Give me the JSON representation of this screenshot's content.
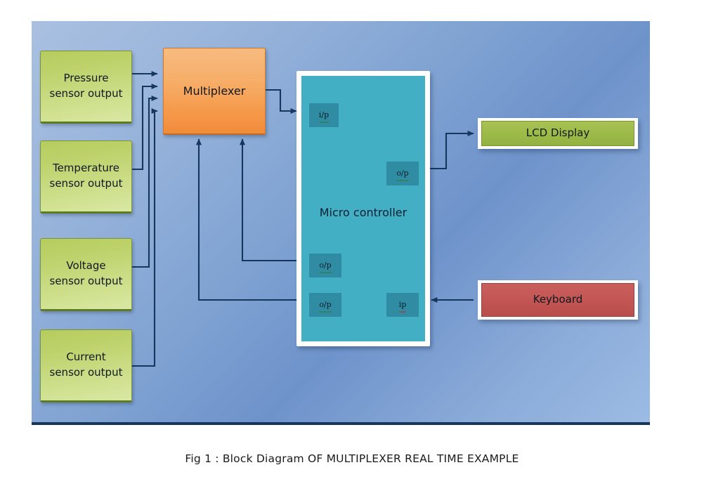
{
  "figure": {
    "caption": "Fig 1 : Block Diagram OF MULTIPLEXER REAL TIME EXAMPLE"
  },
  "colors": {
    "canvas_blue_light": "#a9c0e0",
    "canvas_blue_dark": "#6e93cb",
    "canvas_border": "#17365d",
    "sensor_green": "#bed26c",
    "multiplexer_orange": "#f59748",
    "microcontroller_teal": "#43afc5",
    "port_teal": "#2f8ca3",
    "lcd_green": "#9cba48",
    "keyboard_red": "#c25553",
    "wire": "#17365d"
  },
  "sensors": [
    {
      "line1": "Pressure",
      "line2": "sensor output"
    },
    {
      "line1": "Temperature",
      "line2": "sensor output"
    },
    {
      "line1": "Voltage",
      "line2": "sensor output"
    },
    {
      "line1": "Current",
      "line2": "sensor output"
    }
  ],
  "multiplexer": {
    "label": "Multiplexer"
  },
  "microcontroller": {
    "label": "Micro controller",
    "ports": [
      {
        "label": "i/p",
        "position": "top-left",
        "spell": "green"
      },
      {
        "label": "o/p",
        "position": "mid-right",
        "spell": "green"
      },
      {
        "label": "o/p",
        "position": "lower-left-1",
        "spell": "green"
      },
      {
        "label": "o/p",
        "position": "lower-left-2",
        "spell": "green"
      },
      {
        "label": "ip",
        "position": "lower-right",
        "spell": "red"
      }
    ]
  },
  "peripherals": [
    {
      "label": "LCD Display",
      "kind": "output"
    },
    {
      "label": "Keyboard",
      "kind": "input"
    }
  ]
}
